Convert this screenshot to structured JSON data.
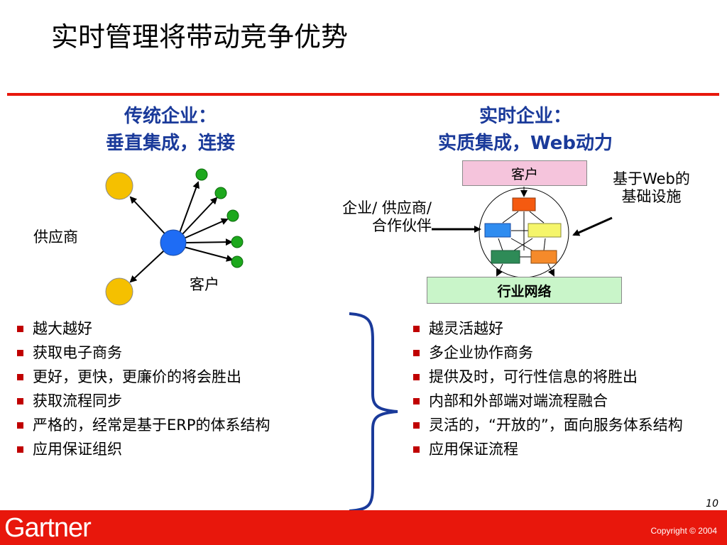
{
  "title": "实时管理将带动竞争优势",
  "left": {
    "heading_line1": "传统企业：",
    "heading_line2": "垂直集成，连接",
    "diagram": {
      "supplier_label": "供应商",
      "customer_label": "客户"
    },
    "bullets": [
      "越大越好",
      "获取电子商务",
      "更好，更快，更廉价的将会胜出",
      "获取流程同步",
      "严格的，经常是基于ERP的体系结构",
      "应用保证组织"
    ]
  },
  "right": {
    "heading_line1": "实时企业：",
    "heading_line2": "实质集成，Web动力",
    "diagram": {
      "customer_box": "客户",
      "web_label_line1": "基于Web的",
      "web_label_line2": "基础设施",
      "partners_label_line1": "企业/ 供应商/",
      "partners_label_line2": "合作伙伴",
      "industry_box": "行业网络"
    },
    "bullets": [
      "越灵活越好",
      "多企业协作商务",
      "提供及时，可行性信息的将胜出",
      "内部和外部端对端流程融合",
      "灵活的，“开放的”，面向服务体系结构",
      "应用保证流程"
    ]
  },
  "footer": {
    "page_number": "10",
    "logo": "Gartner",
    "copyright": "Copyright © 2004"
  },
  "colors": {
    "accent_red": "#e8170c",
    "heading_blue": "#1a3a9a",
    "bullet_red": "#c00000",
    "node_yellow": "#f5c000",
    "node_blue": "#1e6cf5",
    "node_green": "#1da81d",
    "box_pink": "#f5c4dc",
    "box_green": "#c9f5c9",
    "square_orange_red": "#f55a10",
    "square_blue": "#2f8cf0",
    "square_yellow": "#f5f56a",
    "square_dark_green": "#2e8b57",
    "square_orange": "#f58a2a",
    "brace_blue": "#1a3a9a"
  }
}
